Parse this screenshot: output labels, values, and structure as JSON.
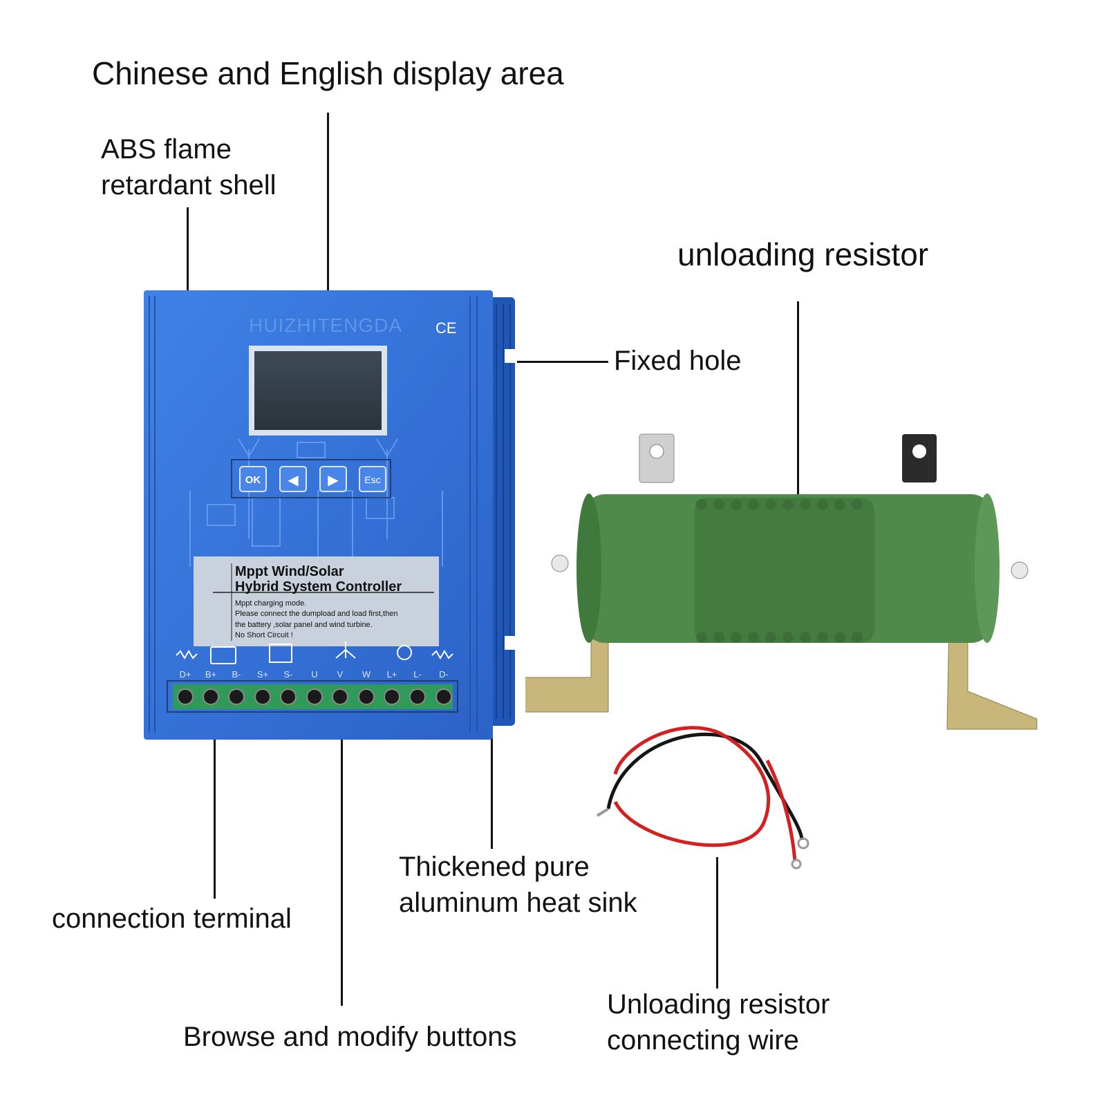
{
  "callouts": {
    "display_area": "Chinese and English display area",
    "abs_shell": "ABS flame\nretardant shell",
    "unloading_resistor": "unloading resistor",
    "fixed_hole": "Fixed hole",
    "heat_sink": "Thickened pure\naluminum heat sink",
    "connection_terminal": "connection terminal",
    "buttons": "Browse and modify buttons",
    "connecting_wire": "Unloading resistor\nconnecting wire"
  },
  "controller": {
    "brand": "HUIZHITENGDA",
    "ce_mark": "CE",
    "buttons": [
      "OK",
      "◀",
      "▶",
      "Esc"
    ],
    "label_title_1": "Mppt Wind/Solar",
    "label_title_2": "Hybrid System Controller",
    "label_line_1": "Mppt charging mode.",
    "label_line_2": "Please connect the dumpload and load first,then",
    "label_line_3": "the battery ,solar panel and wind turbine.",
    "label_line_4": "No Short Circuit !",
    "terminals": [
      "D+",
      "B+",
      "B-",
      "S+",
      "S-",
      "U",
      "V",
      "W",
      "L+",
      "L-",
      "D-"
    ],
    "colors": {
      "body": "#2f6fd6",
      "body_edge": "#1d4fae",
      "terminal_block": "#2f9a5a"
    }
  },
  "resistor": {
    "colors": {
      "body": "#4f8a4a",
      "bracket": "#c9b67a",
      "wire_red": "#d32020",
      "wire_black": "#151515"
    }
  }
}
